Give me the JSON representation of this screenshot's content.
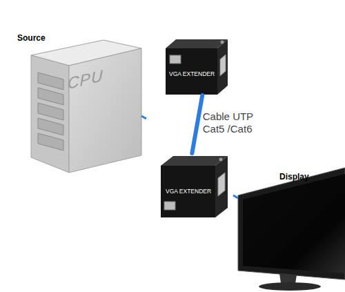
{
  "diagram": {
    "nodes": [
      {
        "text": [
          "Source",
          "CPU"
        ]
      },
      {
        "text": [
          "VGA EXTENDER"
        ]
      },
      {
        "text": [
          "VGA EXTENDER"
        ]
      },
      {
        "text": [
          "Display"
        ]
      }
    ],
    "edges": [
      {
        "from": 1,
        "to": 2,
        "arrow": "none",
        "label": "Cable UTP Cat5 /Cat6"
      }
    ]
  }
}
